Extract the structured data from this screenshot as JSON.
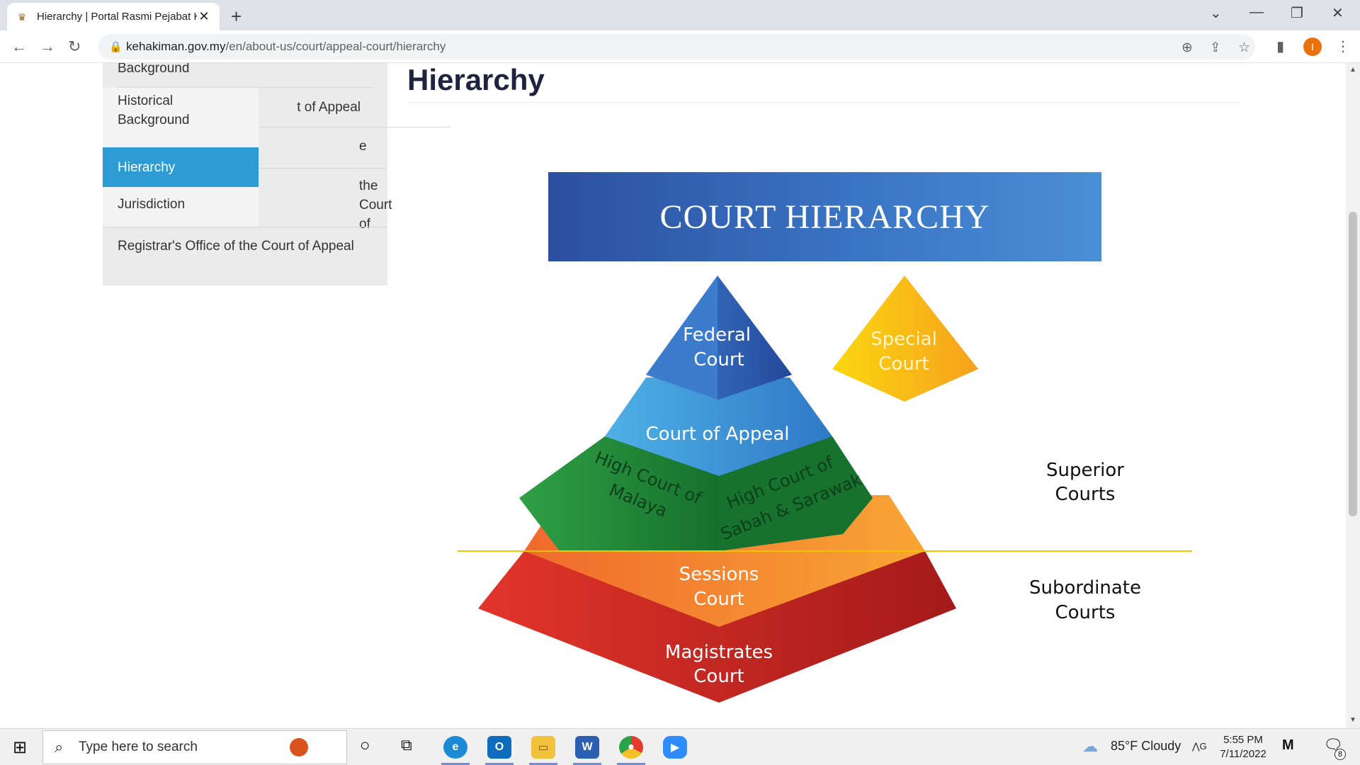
{
  "browser": {
    "tab_title": "Hierarchy | Portal Rasmi Pejabat K",
    "url_domain": "kehakiman.gov.my",
    "url_path": "/en/about-us/court/appeal-court/hierarchy",
    "profile_initial": "I"
  },
  "sidebar": {
    "items": [
      {
        "label": "Background"
      },
      {
        "label": "t of Appeal"
      },
      {
        "label": "e"
      },
      {
        "label": "the Court of"
      },
      {
        "label": "Registrar's Office of the Court of Appeal"
      }
    ],
    "dropdown": [
      {
        "label": "Historical Background"
      },
      {
        "label": "Hierarchy",
        "active": true
      },
      {
        "label": "Jurisdiction"
      }
    ]
  },
  "page": {
    "title": "Hierarchy"
  },
  "diagram": {
    "banner": "COURT HIERARCHY",
    "levels": {
      "federal_1": "Federal",
      "federal_2": "Court",
      "appeal": "Court of Appeal",
      "hc_malaya_1": "High Court of",
      "hc_malaya_2": "Malaya",
      "hc_sabah_1": "High Court of",
      "hc_sabah_2": "Sabah & Sarawak",
      "sessions_1": "Sessions",
      "sessions_2": "Court",
      "magistrates_1": "Magistrates",
      "magistrates_2": "Court",
      "special_1": "Special",
      "special_2": "Court"
    },
    "labels": {
      "superior_1": "Superior",
      "superior_2": "Courts",
      "subordinate_1": "Subordinate",
      "subordinate_2": "Courts"
    },
    "colors": {
      "banner": "#2c4fa0",
      "federal": "#2e5cb3",
      "appeal": "#3a9ad8",
      "high_court": "#1f8a3a",
      "sessions": "#f4892a",
      "magistrates": "#c8201f",
      "special": "#f8b80f",
      "divider": "#f4c400"
    }
  },
  "taskbar": {
    "search_placeholder": "Type here to search",
    "weather": "85°F  Cloudy",
    "time": "5:55 PM",
    "date": "7/11/2022",
    "notifications": "8"
  }
}
